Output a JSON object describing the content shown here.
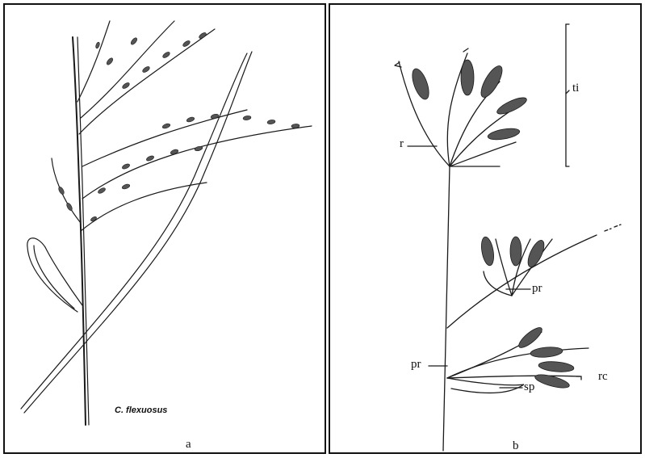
{
  "panel_a": {
    "species_label": "C. flexuosus",
    "panel_label": "a"
  },
  "panel_b": {
    "panel_label": "b",
    "labels": {
      "ti": "ti",
      "r": "r",
      "pr_upper": "pr",
      "pr_lower": "pr",
      "sp": "sp",
      "rc": "rc"
    }
  },
  "colors": {
    "ink": "#1a1a1a",
    "spikelet_fill": "#555555",
    "border": "#111111"
  }
}
